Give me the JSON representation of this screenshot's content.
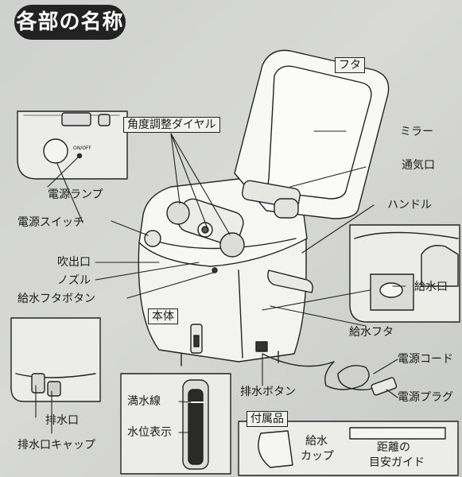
{
  "title": "各部の名称",
  "labels": {
    "lid": "フタ",
    "mirror": "ミラー",
    "vent": "通気口",
    "handle": "ハンドル",
    "angle_dial": "角度調整ダイヤル",
    "power_lamp": "電源ランプ",
    "power_switch": "電源スイッチ",
    "on_off": "ON/OFF",
    "outlet": "吹出口",
    "nozzle": "ノズル",
    "fill_cap_button": "給水フタボタン",
    "body": "本体",
    "water_inlet": "給水口",
    "fill_cap": "給水フタ",
    "drain_button": "排水ボタン",
    "power_cord": "電源コード",
    "power_plug": "電源プラグ",
    "drain_port": "排水口",
    "drain_cap": "排水口キャップ",
    "full_line": "満水線",
    "water_level": "水位表示",
    "accessories": "付属品",
    "cup_line1": "給水",
    "cup_line2": "カップ",
    "guide_line1": "距離の",
    "guide_line2": "目安ガイド"
  }
}
